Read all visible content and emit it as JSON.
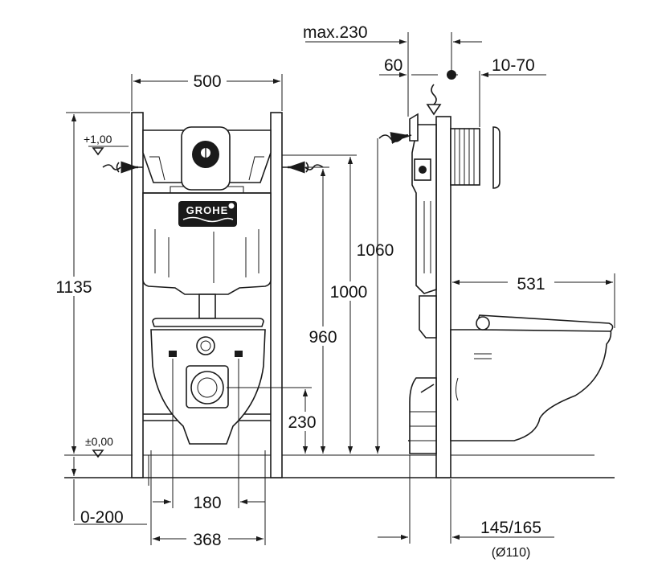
{
  "brand": "GROHE",
  "dimensions": {
    "frame_width": "500",
    "total_height": "1135",
    "flush_height": "1060",
    "top_height": "1000",
    "inlet_height": "960",
    "drain_height": "230",
    "bolt_spacing": "180",
    "bowl_width": "368",
    "floor_offset": "0-200",
    "max_wall": "max.230",
    "plate_depth": "60",
    "wall_thickness": "10-70",
    "projection": "531",
    "drain_offset": "145/165",
    "pipe_diameter": "(Ø110)"
  },
  "levels": {
    "upper": "+1,00",
    "floor": "±0,00"
  },
  "colors": {
    "line": "#1a1a1a",
    "background": "#ffffff"
  }
}
